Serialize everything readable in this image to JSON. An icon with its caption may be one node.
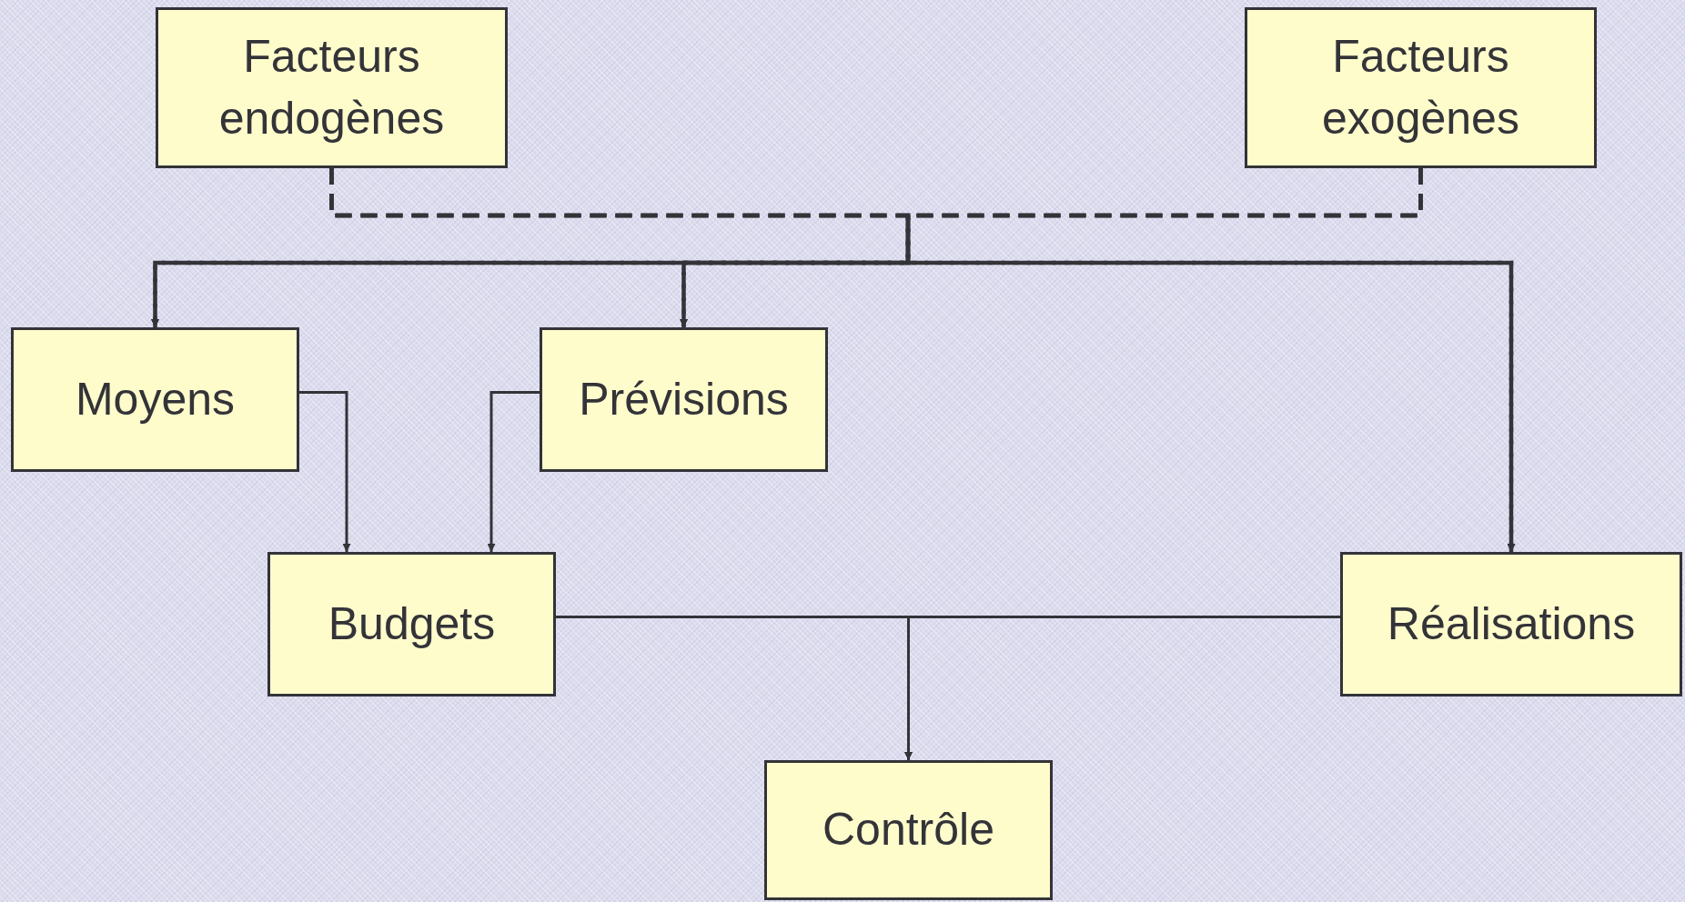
{
  "diagram": {
    "nodes": [
      {
        "text": [
          "Facteurs endogènes"
        ]
      },
      {
        "text": [
          "Facteurs exogènes"
        ]
      },
      {
        "text": [
          "Moyens"
        ]
      },
      {
        "text": [
          "Prévisions"
        ]
      },
      {
        "text": [
          "Budgets"
        ]
      },
      {
        "text": [
          "Réalisations"
        ]
      },
      {
        "text": [
          "Contrôle"
        ]
      }
    ],
    "edges": [
      {
        "from": 0,
        "to": 2,
        "arrow": "to",
        "style": "dashed"
      },
      {
        "from": 0,
        "to": 3,
        "arrow": "to",
        "style": "dashed"
      },
      {
        "from": 0,
        "to": 5,
        "arrow": "to",
        "style": "dashed"
      },
      {
        "from": 1,
        "to": 2,
        "arrow": "to",
        "style": "dashed"
      },
      {
        "from": 1,
        "to": 3,
        "arrow": "to",
        "style": "dashed"
      },
      {
        "from": 1,
        "to": 5,
        "arrow": "to",
        "style": "dashed"
      },
      {
        "from": 2,
        "to": 4,
        "arrow": "to"
      },
      {
        "from": 3,
        "to": 4,
        "arrow": "to"
      },
      {
        "from": 4,
        "to": 6,
        "arrow": "to"
      },
      {
        "from": 5,
        "to": 6,
        "arrow": "to"
      }
    ]
  }
}
